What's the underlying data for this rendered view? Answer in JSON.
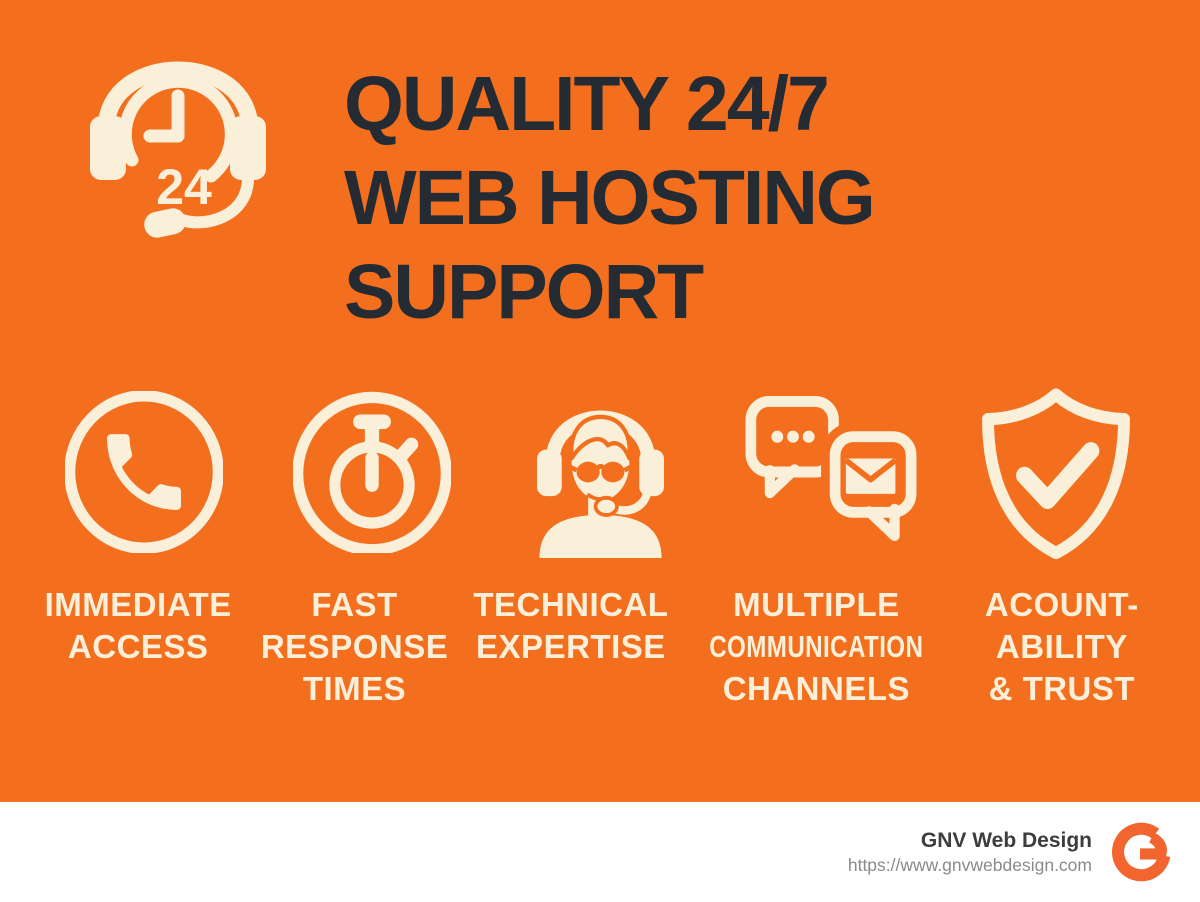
{
  "colors": {
    "background": "#F36F1E",
    "icon_cream": "#FAEFD9",
    "title_text": "#252B33",
    "footer_background": "#FFFFFF",
    "footer_text": "#3D3D3D",
    "footer_url": "#8A8A8A",
    "logo_orange": "#F2652E"
  },
  "header": {
    "icon": "headset-24-clock-icon",
    "badge": "24",
    "title_lines": [
      "QUALITY 24/7",
      "WEB HOSTING",
      "SUPPORT"
    ]
  },
  "features": [
    {
      "icon": "phone-icon",
      "label_lines": [
        "IMMEDIATE",
        "ACCESS"
      ]
    },
    {
      "icon": "stopwatch-icon",
      "label_lines": [
        "FAST",
        "RESPONSE",
        "TIMES"
      ]
    },
    {
      "icon": "support-agent-icon",
      "label_lines": [
        "TECHNICAL",
        "EXPERTISE"
      ]
    },
    {
      "icon": "chat-email-icon",
      "label_lines": [
        "MULTIPLE",
        "COMMUNICATION",
        "CHANNELS"
      ]
    },
    {
      "icon": "shield-check-icon",
      "label_lines": [
        "ACOUNT-",
        "ABILITY",
        "& TRUST"
      ]
    }
  ],
  "footer": {
    "brand": "GNV Web Design",
    "url": "https://www.gnvwebdesign.com",
    "logo": "gnv-logo"
  }
}
